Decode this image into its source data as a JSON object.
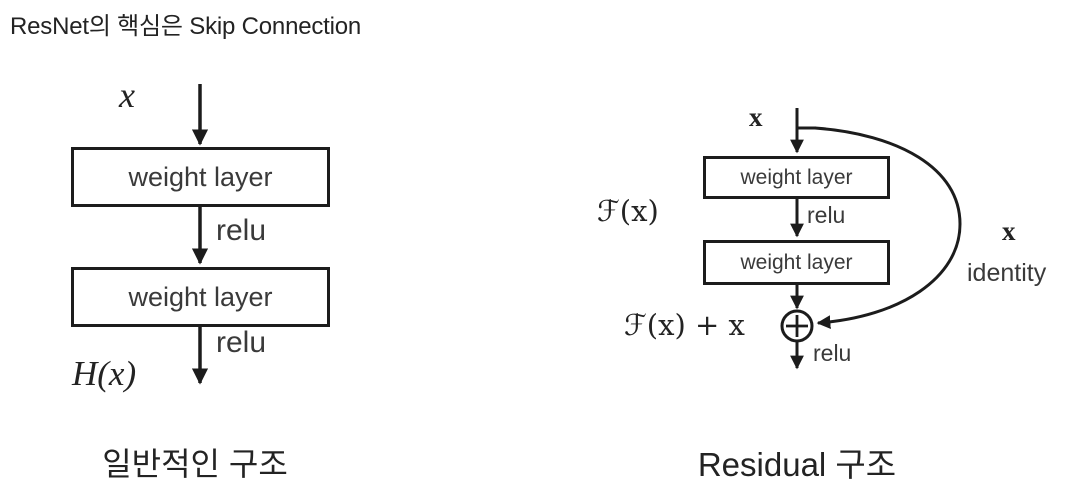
{
  "slide": {
    "title": "ResNet의 핵심은 Skip Connection"
  },
  "plain_diagram": {
    "input": "x",
    "layer1": "weight layer",
    "activation1": "relu",
    "layer2": "weight layer",
    "activation2": "relu",
    "output": "H(x)",
    "caption": "일반적인 구조"
  },
  "residual_diagram": {
    "input": "x",
    "branch_function": "ℱ(x)",
    "layer1": "weight layer",
    "activation1": "relu",
    "layer2": "weight layer",
    "sum": "ℱ(x) + x",
    "plus_icon": "circled-plus",
    "skip_label_top": "x",
    "skip_label_bottom": "identity",
    "activation2": "relu",
    "caption": "Residual 구조"
  },
  "colors": {
    "line": "#1c1c1c",
    "text_dark": "#232323",
    "box_text": "#3a3a3a",
    "background": "#ffffff"
  }
}
